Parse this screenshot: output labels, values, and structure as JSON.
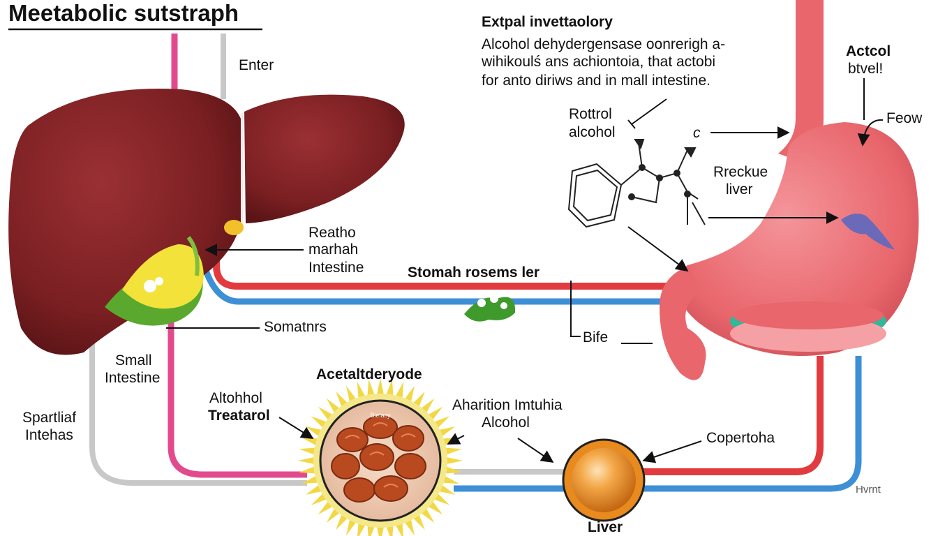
{
  "title": "Meetabolic sutstraph",
  "info": {
    "heading": "Extpal invettaolory",
    "line1": "Alcohol dehydergensase oonrerigh a-",
    "line2": "wihikoulś ans achiontoia, that actobi",
    "line3": "for anto diriws and in mall intestine."
  },
  "labels": {
    "enter": "Enter",
    "reatho": "Reatho",
    "marhah": "marhah",
    "intestine": "Intestine",
    "somatnrs": "Somatnrs",
    "small": "Small",
    "small_intestine": "Intestine",
    "spartliaf": "Spartliaf",
    "intehas": "Intehas",
    "rottrol": "Rottrol",
    "alcohol": "alcohol",
    "c_mark": "c",
    "reckue": "Rreckue",
    "liver_top": "liver",
    "actcol": "Actcol",
    "btvel": "btvel!",
    "feow": "Feow",
    "stomach_caption": "Stomah rosems ler",
    "bife": "Bife",
    "acetaldehyde": "Acetaltderyode",
    "alcohol_treat_1": "Altohhol",
    "alcohol_treat_2": "Treatarol",
    "aharition_1": "Aharition Imtuhia",
    "aharition_2": "Alcohol",
    "copertoha": "Copertoha",
    "liver_bottom": "Liver",
    "hvrnt": "Hvrnt",
    "blob_text": "Bielacy"
  },
  "colors": {
    "liver": "#7a1f22",
    "stomach": "#e8666c",
    "red_vessel": "#e23b3f",
    "blue_vessel": "#3d8fd6",
    "pink_vessel": "#e34a8e",
    "gray_vessel": "#c8c8c8",
    "gallbladder": "#f2e23a",
    "green_tissue": "#5aa82e",
    "orange_sphere": "#e88a1e",
    "sun_rays": "#f2d845",
    "intestine_coil": "#b94a1f",
    "purple_organ": "#6a6ab8",
    "teal_band": "#2fb89a"
  },
  "icons": [
    "molecule-structure-icon",
    "intestine-coil-icon",
    "sun-ray-icon",
    "sphere-icon"
  ]
}
